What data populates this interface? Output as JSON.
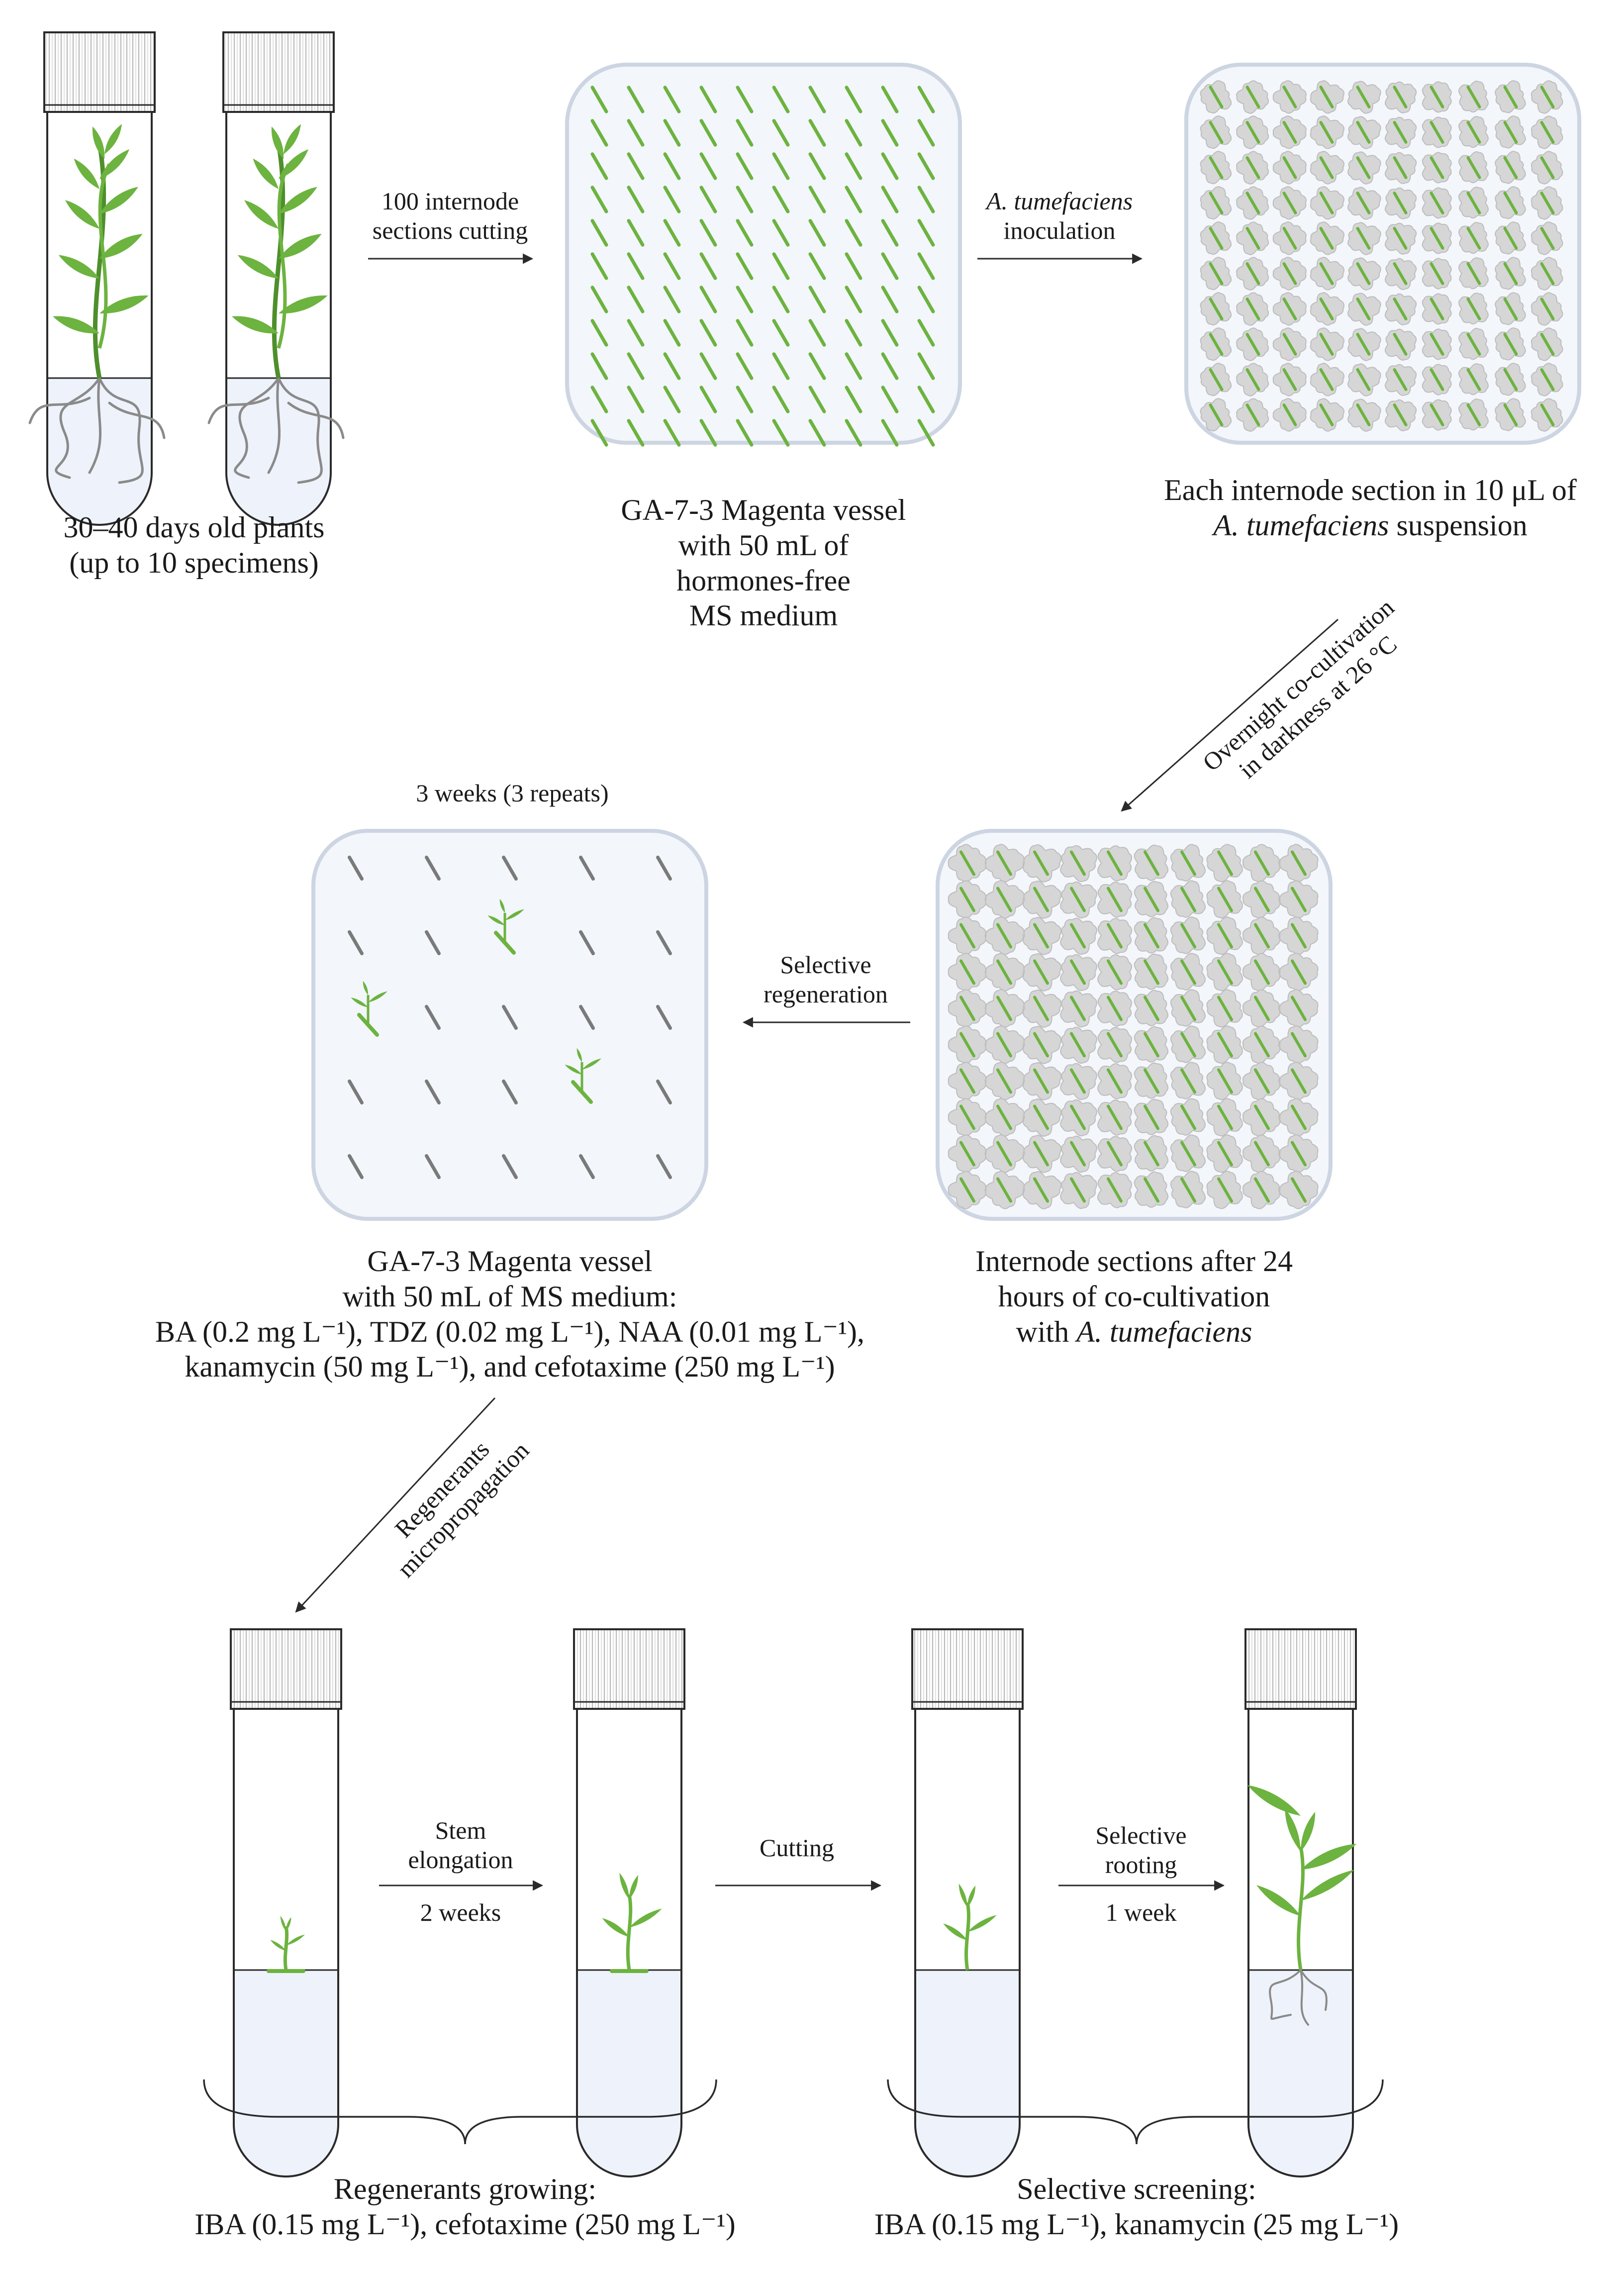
{
  "step1": {
    "caption_l1": "30–40 days old plants",
    "caption_l2": "(up to 10 specimens)"
  },
  "arrow1": {
    "l1": "100 internode",
    "l2": "sections cutting"
  },
  "step2": {
    "l1": "GA-7-3 Magenta vessel",
    "l2": "with 50 mL of",
    "l3": "hormones-free",
    "l4": "MS medium"
  },
  "arrow2": {
    "l1": "A. tumefaciens",
    "l2": "inoculation"
  },
  "step3": {
    "l1": "Each internode section in 10 μL of",
    "l2_italic": "A. tumefaciens",
    "l2_rest": " suspension"
  },
  "arrow3": {
    "l1": "Overnight co-cultivation",
    "l2": "in darkness at 26 °C"
  },
  "step4": {
    "l1": "Internode sections after 24",
    "l2": "hours of co-cultivation",
    "l3_prefix": "with ",
    "l3_italic": "A. tumefaciens"
  },
  "arrow4": {
    "l1": "Selective",
    "l2": "regeneration"
  },
  "step5": {
    "top_note": "3 weeks (3 repeats)",
    "l1": "GA-7-3 Magenta vessel",
    "l2": "with 50 mL of MS medium:",
    "l3": "BA (0.2 mg L⁻¹), TDZ (0.02 mg L⁻¹), NAA (0.01 mg L⁻¹),",
    "l4": "kanamycin (50 mg L⁻¹), and cefotaxime (250 mg L⁻¹)"
  },
  "arrow5": {
    "l1": "Regenerants",
    "l2": "micropropagation"
  },
  "arrow6": {
    "l1": "Stem",
    "l2": "elongation",
    "l3": "2 weeks"
  },
  "arrow7": {
    "l1": "Cutting"
  },
  "arrow8": {
    "l1": "Selective",
    "l2": "rooting",
    "l3": "1 week"
  },
  "group1": {
    "l1": "Regenerants growing:",
    "l2": "IBA (0.15 mg L⁻¹), cefotaxime (250 mg L⁻¹)"
  },
  "group2": {
    "l1": "Selective screening:",
    "l2": "IBA (0.15 mg L⁻¹), kanamycin (25 mg L⁻¹)"
  },
  "colors": {
    "leaf": "#6cb33f",
    "leaf_dark": "#4e8f2c",
    "medium": "#eef2fa",
    "vessel_fill": "#f3f6fb",
    "vessel_stroke": "#cdd5e2",
    "droplet": "#d6d6d6",
    "explant_grey": "#7a7a7a",
    "outline": "#2a2a2a"
  }
}
